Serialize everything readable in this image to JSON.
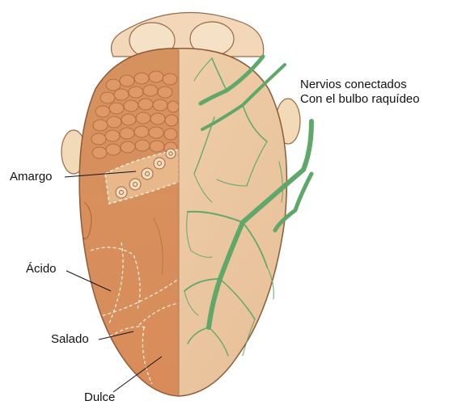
{
  "labels": {
    "amargo": "Amargo",
    "acido": "Ácido",
    "salado": "Salado",
    "dulce": "Dulce",
    "nervios_line1": "Nervios conectados",
    "nervios_line2": "Con el bulbo raquídeo"
  },
  "colors": {
    "tongue_outline": "#8a5a3a",
    "papillae_left": "#d9895a",
    "tongue_right": "#e8c4a0",
    "bitter_region": "#c97848",
    "nerve": "#5fa86a",
    "tonsil": "#f0d7b8",
    "leader_line": "#111111"
  }
}
